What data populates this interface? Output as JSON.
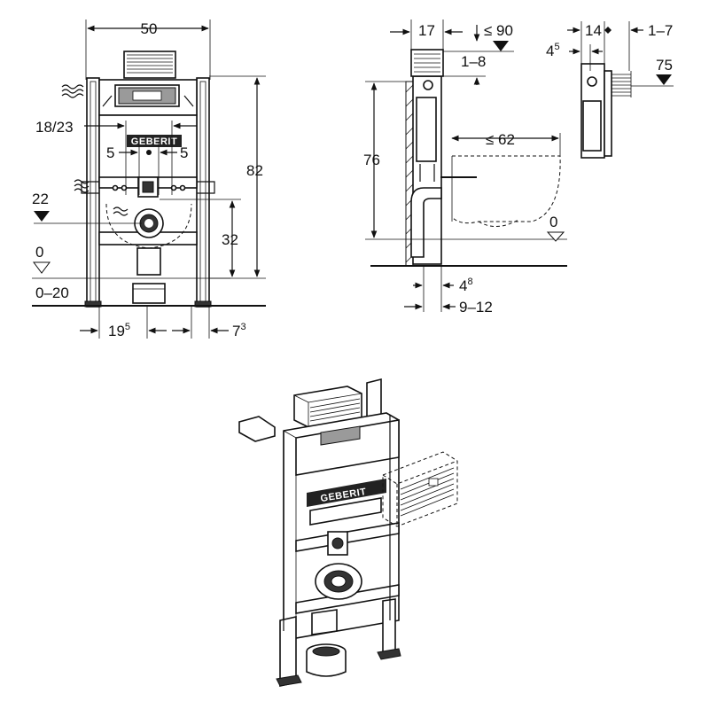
{
  "front_view": {
    "width": "50",
    "height_total": "82",
    "distance_bars": "18/23",
    "offset_left": "5",
    "offset_right": "5",
    "flush_bend_height": "22",
    "drain_height": "32",
    "floor_level": "0",
    "floor_range": "0–20",
    "foot_offset": "19",
    "foot_offset_sup": "5",
    "foot_width": "7",
    "foot_width_sup": "3",
    "brand": "GEBERIT"
  },
  "side_view": {
    "depth": "17",
    "max_projection": "≤ 90",
    "adjust": "1–8",
    "height": "76",
    "bowl_projection": "≤ 62",
    "floor_level": "0",
    "wall_gap": "4",
    "wall_gap_sup": "8",
    "wall_range": "9–12"
  },
  "detail_view": {
    "thickness": "14",
    "offset": "4",
    "offset_sup": "5",
    "range": "1–7",
    "level": "75"
  },
  "iso_view": {
    "brand": "GEBERIT"
  }
}
